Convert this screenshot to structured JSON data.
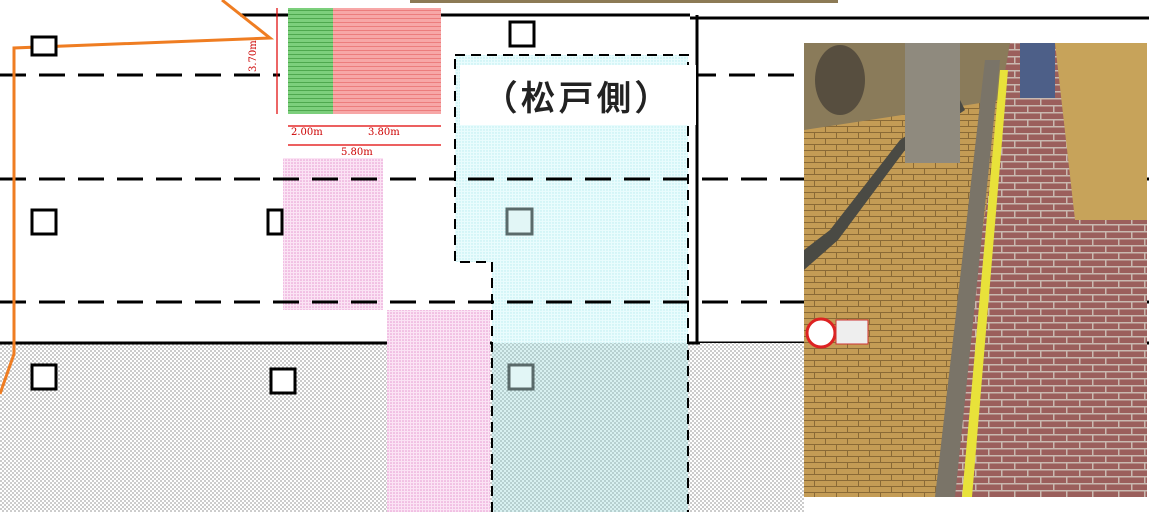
{
  "plan": {
    "side_label": "（松戸側）",
    "dimensions": {
      "height": "3.70m",
      "width_green": "2.00m",
      "width_red": "3.80m",
      "width_total": "5.80m"
    },
    "colors": {
      "green_hatch": "#6fbf6f",
      "red_hatch": "#f29a9a",
      "pink_zone": "#f6c8e8",
      "cyan_zone": "#dffbfd",
      "outline_orange": "#ef7d22",
      "dim_red": "#e00000",
      "gray_dots": "#a8a8a8"
    },
    "column_markers": [
      {
        "name": "column-marker"
      },
      {
        "name": "column-marker"
      },
      {
        "name": "column-marker"
      },
      {
        "name": "column-marker"
      },
      {
        "name": "column-marker"
      },
      {
        "name": "column-marker"
      },
      {
        "name": "column-marker"
      },
      {
        "name": "column-marker"
      }
    ]
  },
  "photo": {
    "subject": "station platform tactile paving with yellow line",
    "colors": {
      "tile_yellow": "#c9a454",
      "brick_red": "#9a5a55",
      "line_yellow": "#e8e23a"
    }
  }
}
